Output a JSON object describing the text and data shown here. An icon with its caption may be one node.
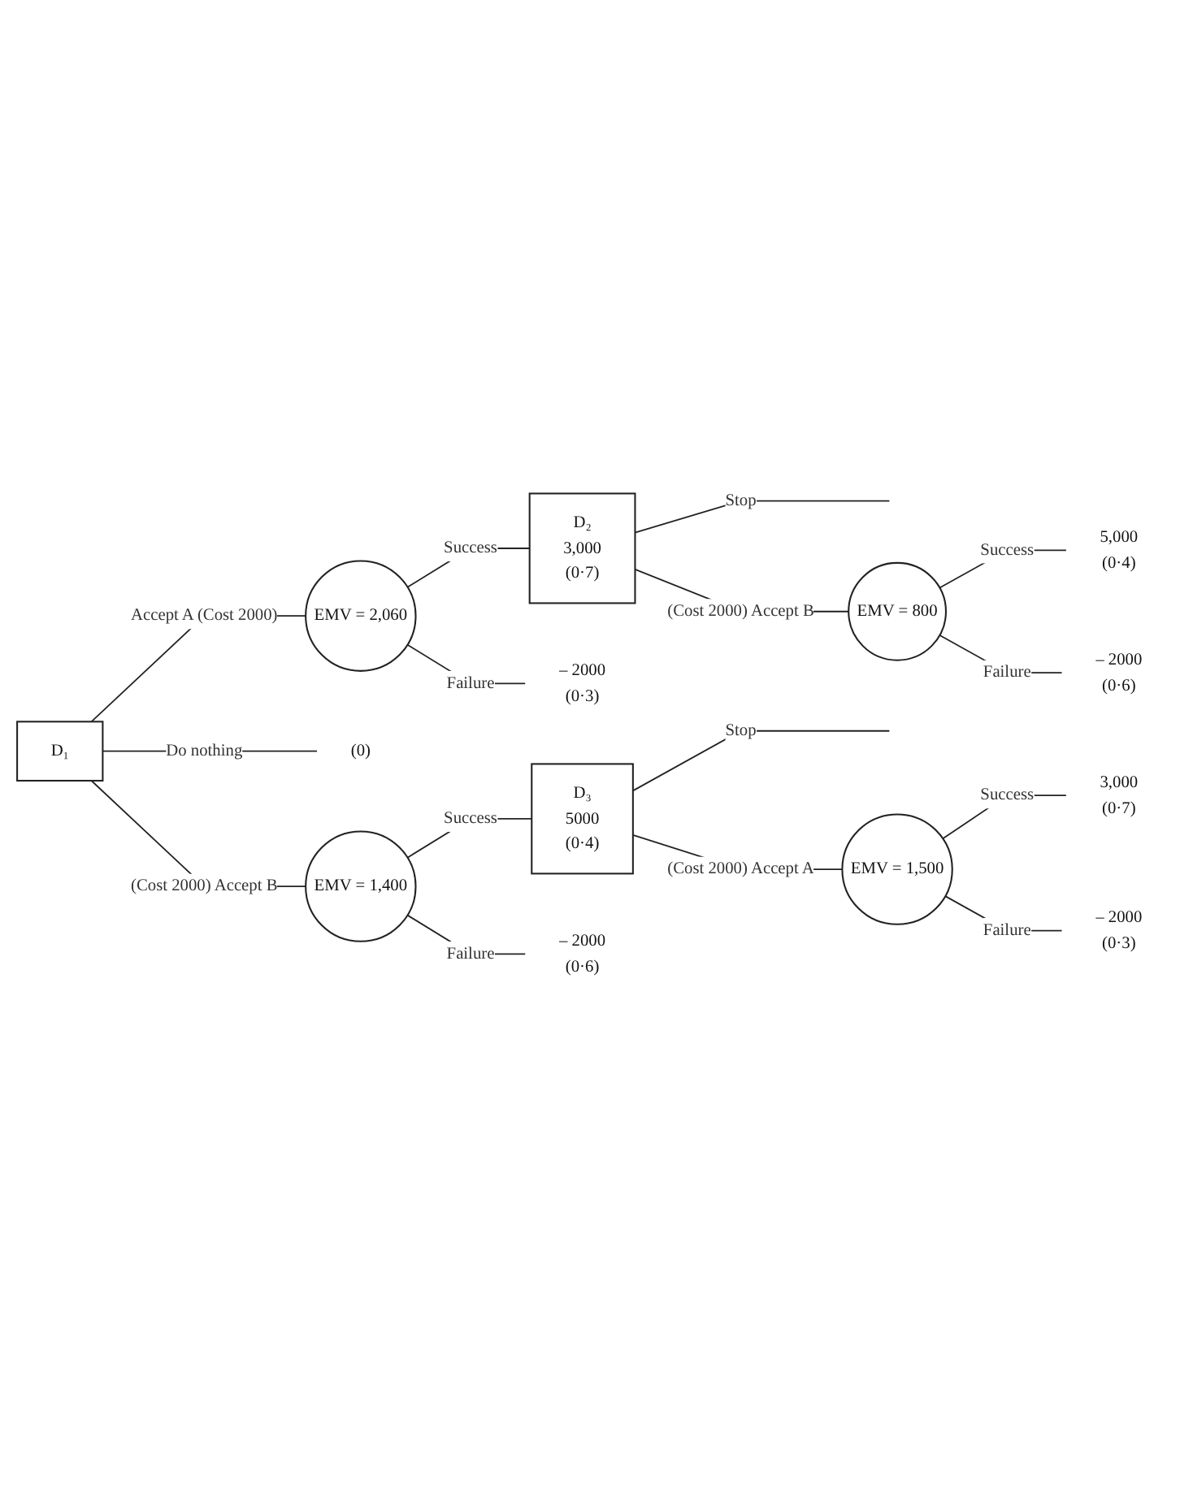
{
  "diagram": {
    "nodes": [
      {
        "text": [
          "D₁"
        ]
      },
      {
        "text": [
          "EMV = 2,060"
        ]
      },
      {
        "text": [
          "D₂",
          "3,000",
          "(0·7)"
        ]
      },
      {
        "text": [
          "EMV = 800"
        ]
      },
      {
        "text": [
          "5,000",
          "(0·4)"
        ]
      },
      {
        "text": [
          "– 2000",
          "(0·6)"
        ]
      },
      {
        "text": [
          "– 2000",
          "(0·3)"
        ]
      },
      {
        "text": [
          "(0)"
        ]
      },
      {
        "text": [
          "EMV = 1,400"
        ]
      },
      {
        "text": [
          "D₃",
          "5000",
          "(0·4)"
        ]
      },
      {
        "text": [
          "EMV = 1,500"
        ]
      },
      {
        "text": [
          "3,000",
          "(0·7)"
        ]
      },
      {
        "text": [
          "– 2000",
          "(0·6)"
        ]
      },
      {
        "text": [
          "– 2000",
          "(0·3)"
        ]
      }
    ],
    "edges": [
      {
        "from": 0,
        "to": 1,
        "arrow": "none",
        "label": "Accept A (Cost 2000)"
      },
      {
        "from": 1,
        "to": 2,
        "arrow": "none",
        "label": "Success"
      },
      {
        "from": 2,
        "to": null,
        "arrow": "none",
        "label": "Stop"
      },
      {
        "from": 2,
        "to": 3,
        "arrow": "none",
        "label": "(Cost 2000) Accept B"
      },
      {
        "from": 3,
        "to": 4,
        "arrow": "none",
        "label": "Success"
      },
      {
        "from": 3,
        "to": 5,
        "arrow": "none",
        "label": "Failure"
      },
      {
        "from": 1,
        "to": 6,
        "arrow": "none",
        "label": "Failure"
      },
      {
        "from": 0,
        "to": 7,
        "arrow": "none",
        "label": "Do nothing"
      },
      {
        "from": 0,
        "to": 8,
        "arrow": "none",
        "label": "(Cost 2000) Accept B"
      },
      {
        "from": 8,
        "to": 9,
        "arrow": "none",
        "label": "Success"
      },
      {
        "from": 9,
        "to": null,
        "arrow": "none",
        "label": "Stop"
      },
      {
        "from": 9,
        "to": 10,
        "arrow": "none",
        "label": "(Cost 2000) Accept A"
      },
      {
        "from": 10,
        "to": 11,
        "arrow": "none",
        "label": "Success"
      },
      {
        "from": 10,
        "to": 13,
        "arrow": "none",
        "label": "Failure"
      },
      {
        "from": 8,
        "to": 12,
        "arrow": "none",
        "label": "Failure"
      }
    ]
  }
}
